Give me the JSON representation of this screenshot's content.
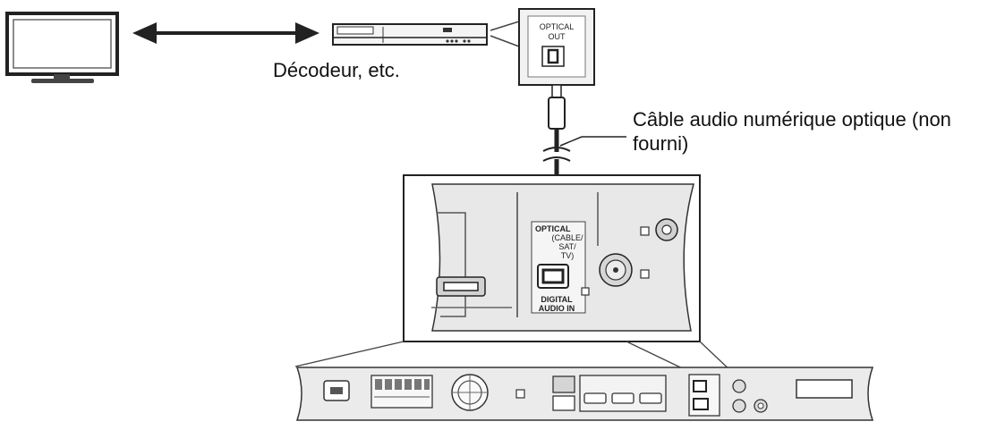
{
  "labels": {
    "decoder": "Décodeur, etc.",
    "cable": "Câble audio numérique optique (non fourni)"
  },
  "decoder_port": {
    "line1": "OPTICAL",
    "line2": "OUT"
  },
  "receiver_panel": {
    "optical": "OPTICAL",
    "source_line1": "(CABLE/",
    "source_line2": "SAT/",
    "source_line3": "TV)",
    "input_line1": "DIGITAL",
    "input_line2": "AUDIO IN"
  },
  "colors": {
    "line": "#222222",
    "panel": "#e9e9e9",
    "panel_dark": "#cfcfcf",
    "background": "#ffffff"
  }
}
